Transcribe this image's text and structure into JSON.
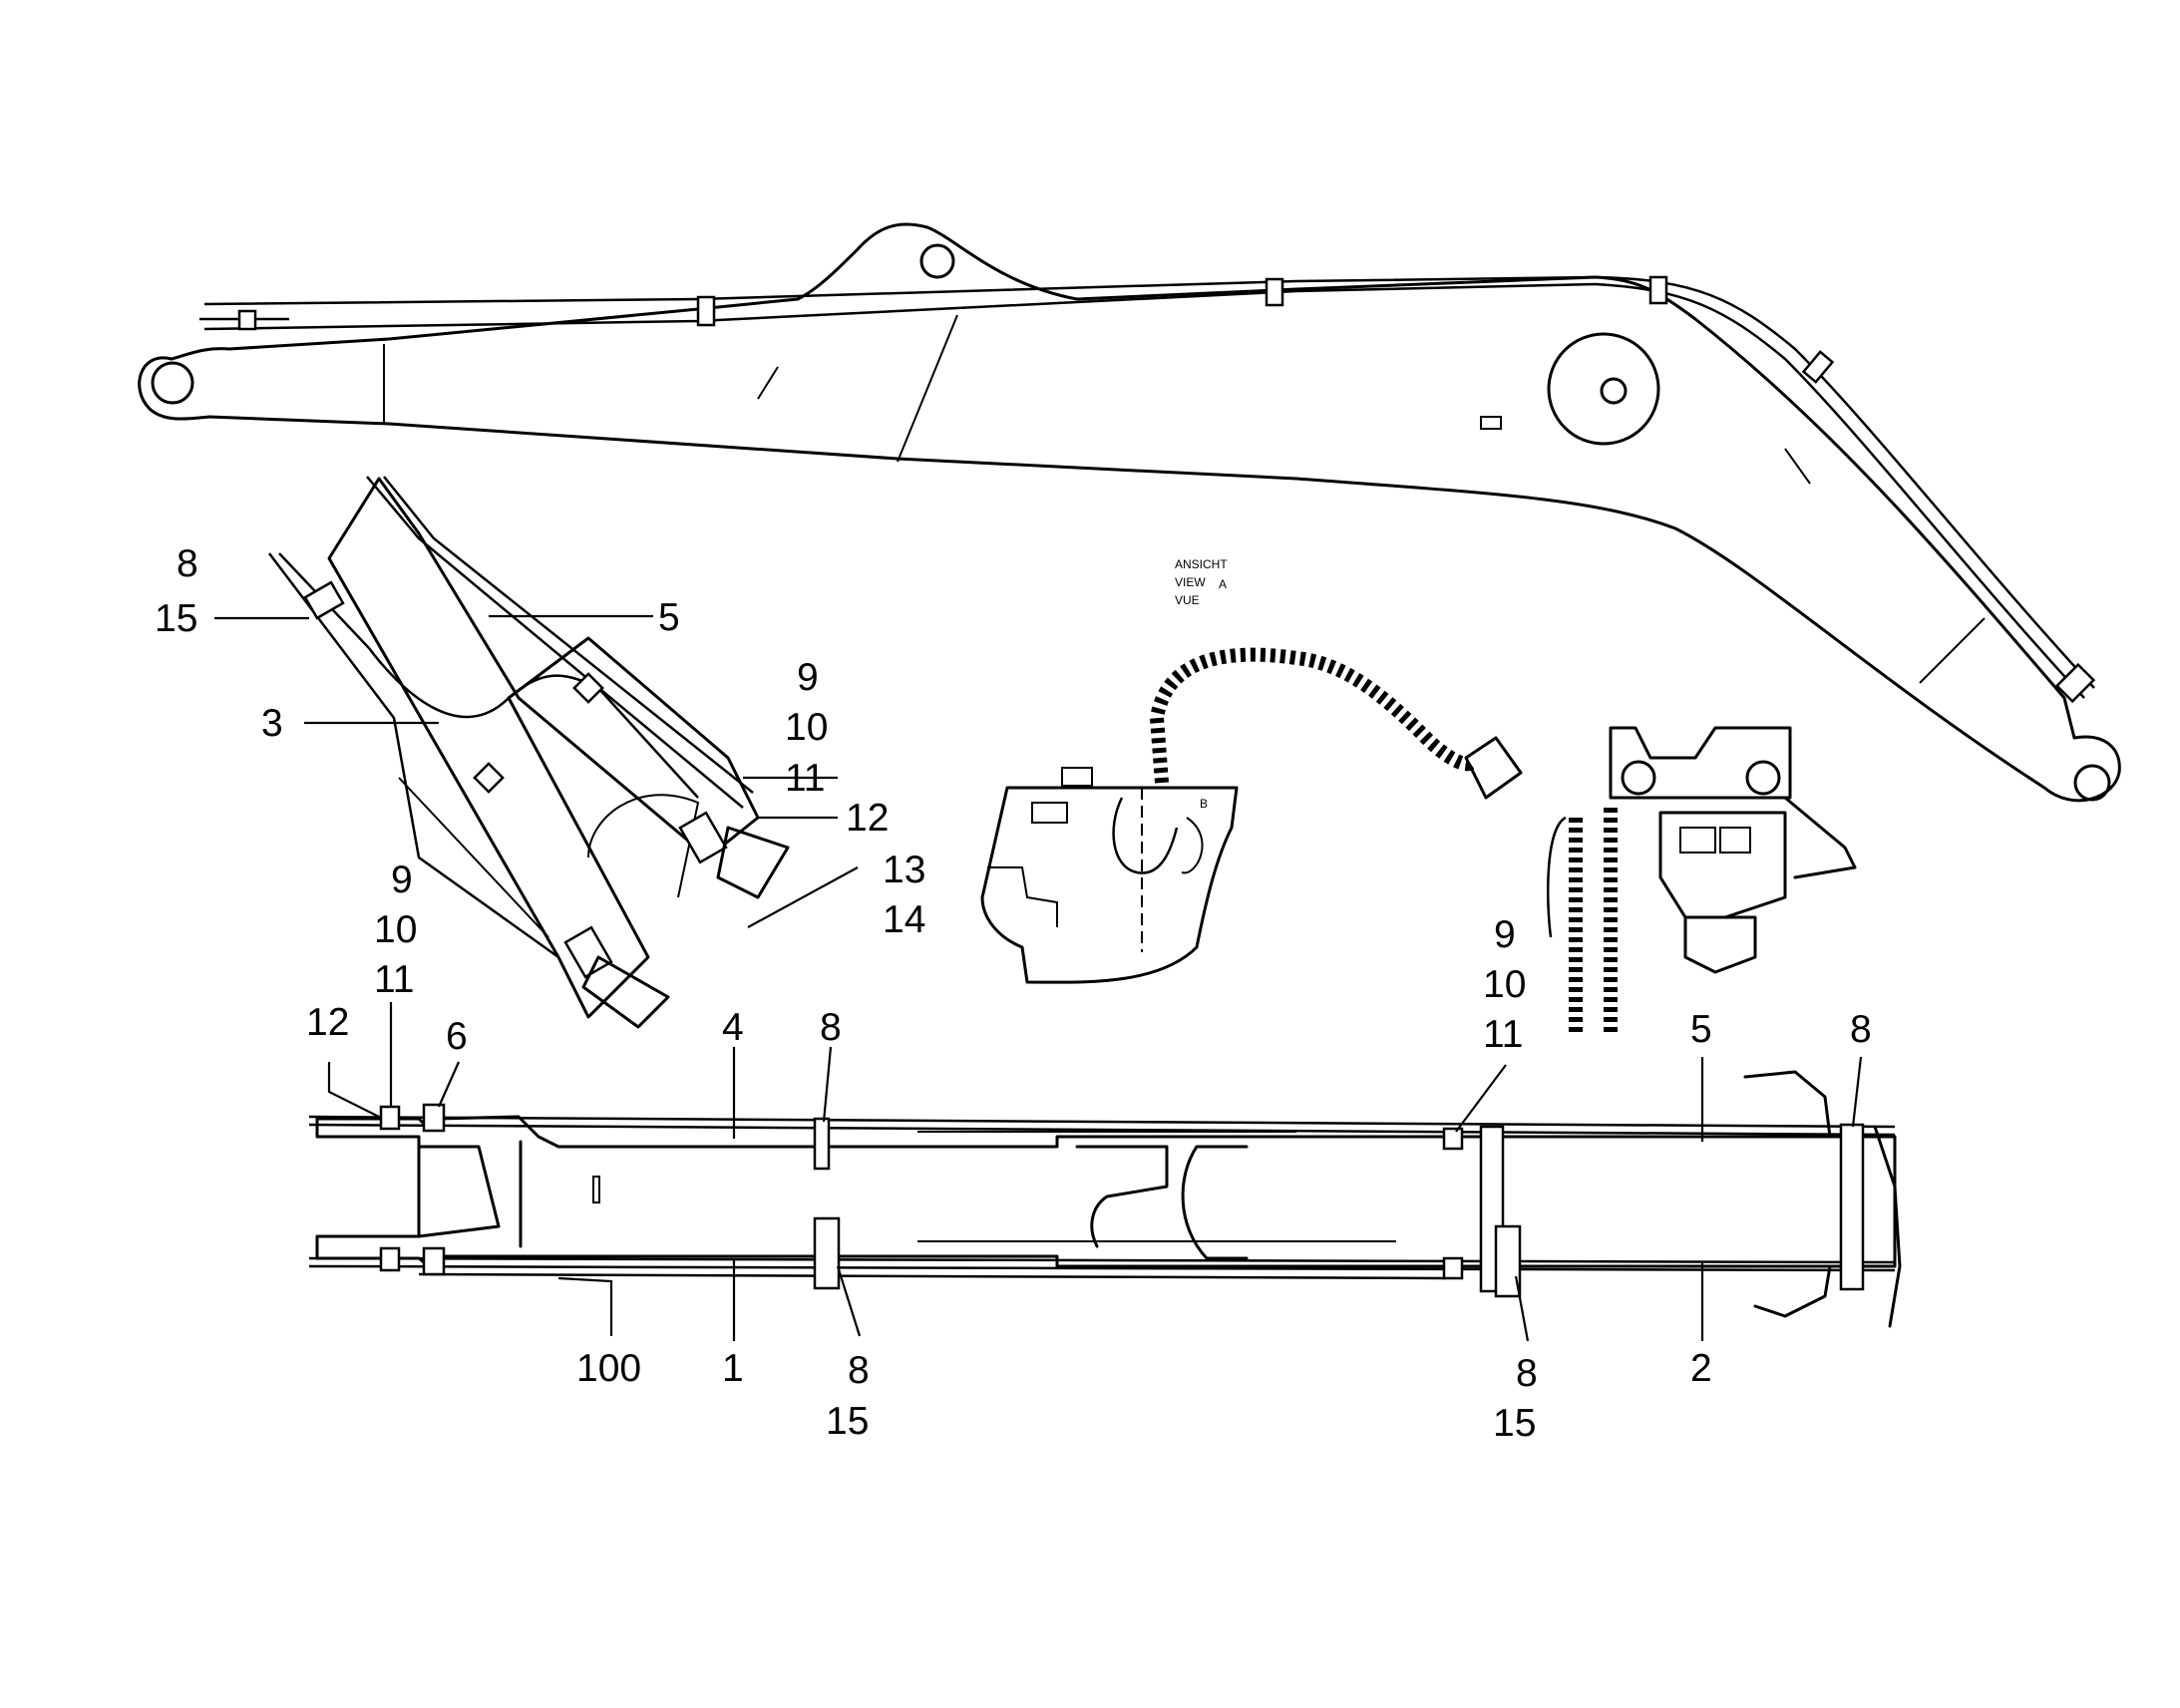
{
  "callouts": {
    "c8_top": "8",
    "c15_top": "15",
    "c5_top": "5",
    "c3": "3",
    "c9_mid": "9",
    "c10_mid": "10",
    "c11_mid": "11",
    "c12_mid": "12",
    "c13": "13",
    "c14": "14",
    "c9_left": "9",
    "c10_left": "10",
    "c11_left": "11",
    "c12_left": "12",
    "c6": "6",
    "c4": "4",
    "c8_left": "8",
    "c9_right": "9",
    "c10_right": "10",
    "c11_right": "11",
    "c5_right": "5",
    "c8_right": "8",
    "c100": "100",
    "c1": "1",
    "c8_bottom_left": "8",
    "c15_bottom_left": "15",
    "c8_bottom_right": "8",
    "c15_bottom_right": "15",
    "c2": "2"
  },
  "view_label": {
    "line1": "ANSICHT",
    "line2": "VIEW",
    "line2_letter": "A",
    "line3": "VUE"
  },
  "detail_letter": "B"
}
